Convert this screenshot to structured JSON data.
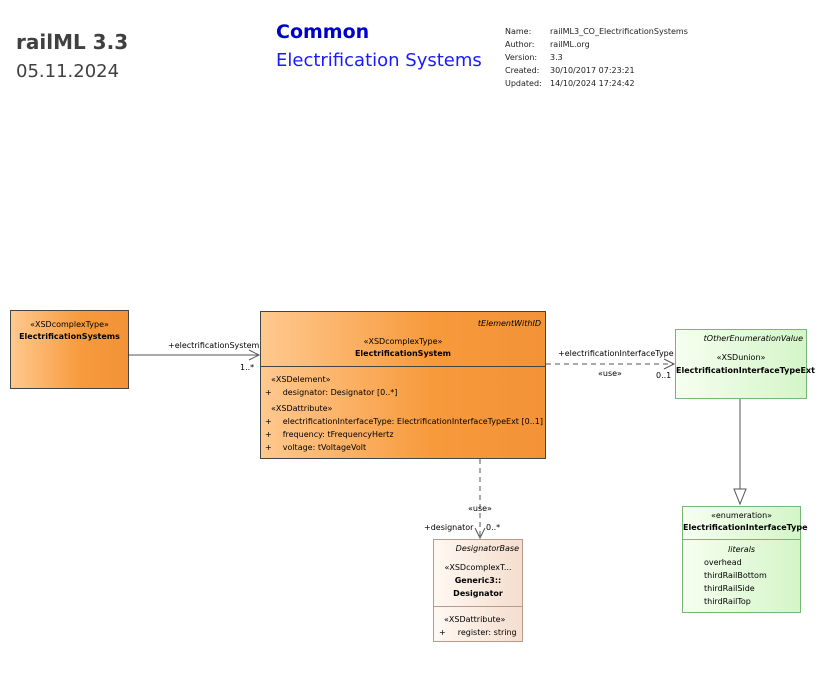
{
  "header": {
    "product": "railML 3.3",
    "date": "05.11.2024",
    "package": "Common",
    "diagram": "Electrification Systems"
  },
  "meta": {
    "rows": [
      {
        "key": "Name:",
        "value": "railML3_CO_ElectrificationSystems"
      },
      {
        "key": "Author:",
        "value": "railML.org"
      },
      {
        "key": "Version:",
        "value": "3.3"
      },
      {
        "key": "Created:",
        "value": "30/10/2017 07:23:21"
      },
      {
        "key": "Updated:",
        "value": "14/10/2024 17:24:42"
      }
    ]
  },
  "classes": {
    "electrificationSystems": {
      "stereotype": "«XSDcomplexType»",
      "name": "ElectrificationSystems"
    },
    "electrificationSystem": {
      "parent": "tElementWithID",
      "stereotype": "«XSDcomplexType»",
      "name": "ElectrificationSystem",
      "element_section": "«XSDelement»",
      "element_attrs": [
        {
          "vis": "+",
          "text": "designator: Designator [0..*]"
        }
      ],
      "attribute_section": "«XSDattribute»",
      "attributes": [
        {
          "vis": "+",
          "text": "electrificationInterfaceType: ElectrificationInterfaceTypeExt [0..1]"
        },
        {
          "vis": "+",
          "text": "frequency: tFrequencyHertz"
        },
        {
          "vis": "+",
          "text": "voltage: tVoltageVolt"
        }
      ]
    },
    "interfaceTypeExt": {
      "parent": "tOtherEnumerationValue",
      "stereotype": "«XSDunion»",
      "name": "ElectrificationInterfaceTypeExt"
    },
    "interfaceType": {
      "stereotype": "«enumeration»",
      "name": "ElectrificationInterfaceType",
      "section": "literals",
      "literals": [
        "overhead",
        "thirdRailBottom",
        "thirdRailSide",
        "thirdRailTop"
      ]
    },
    "designator": {
      "parent": "DesignatorBase",
      "stereotype": "«XSDcomplexT...",
      "name_line1": "Generic3::",
      "name_line2": "Designator",
      "attribute_section": "«XSDattribute»",
      "attributes": [
        {
          "vis": "+",
          "text": "register: string"
        }
      ]
    }
  },
  "connectors": {
    "electrificationSystem": {
      "role": "+electrificationSystem",
      "multiplicity": "1..*"
    },
    "interfaceType": {
      "role": "+electrificationInterfaceType",
      "stereotype": "«use»",
      "multiplicity": "0..1"
    },
    "designator": {
      "stereotype": "«use»",
      "role": "+designator",
      "multiplicity": "0..*"
    }
  },
  "colors": {
    "complexType": "#f79a3c",
    "union": "#d4f5c8",
    "enumeration": "#d4f5c8",
    "external": "#f4dece"
  }
}
